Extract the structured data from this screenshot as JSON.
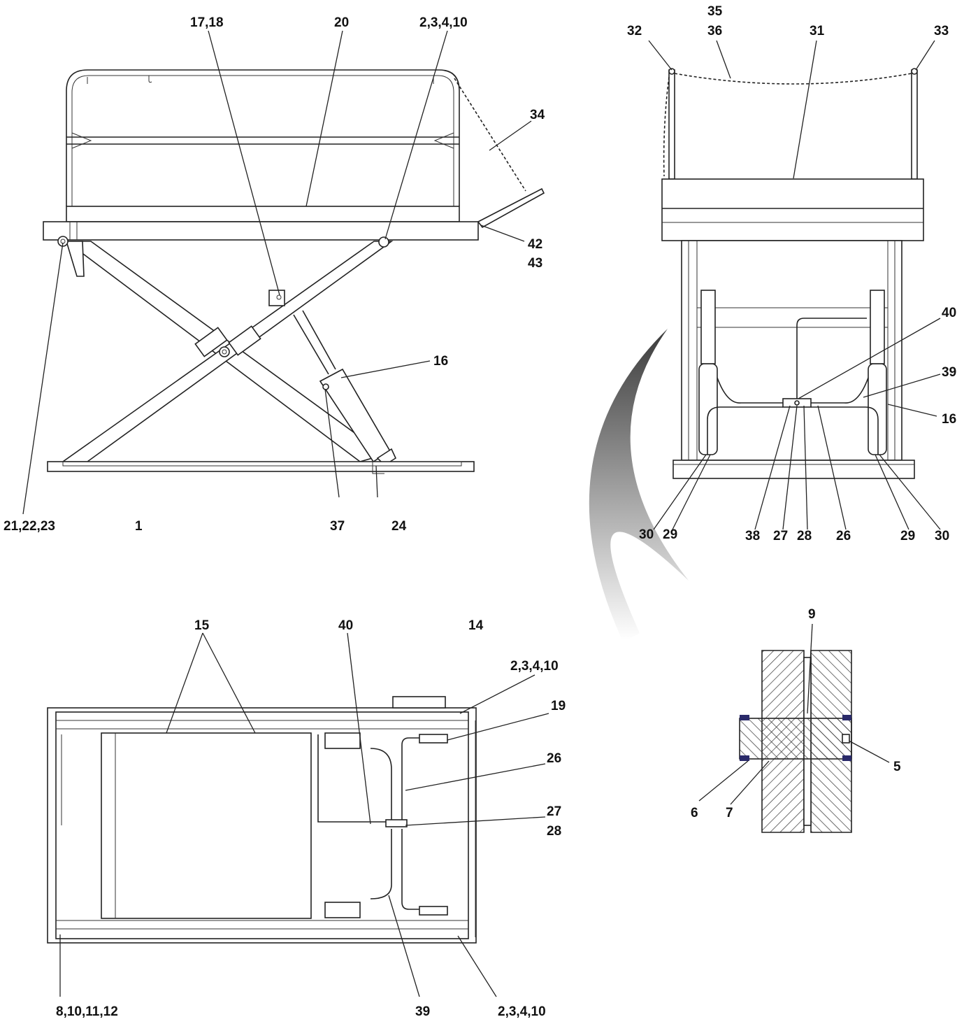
{
  "labels": {
    "side_17_18": "17,18",
    "side_20": "20",
    "side_2_3_4_10": "2,3,4,10",
    "side_34": "34",
    "side_42": "42",
    "side_43": "43",
    "side_16": "16",
    "side_21_22_23": "21,22,23",
    "side_1": "1",
    "side_37": "37",
    "side_24": "24",
    "end_35": "35",
    "end_36": "36",
    "end_32": "32",
    "end_31": "31",
    "end_33": "33",
    "end_40": "40",
    "end_39": "39",
    "end_16": "16",
    "end_30_left": "30",
    "end_29_left": "29",
    "end_38": "38",
    "end_27": "27",
    "end_28": "28",
    "end_26": "26",
    "end_29_right": "29",
    "end_30_right": "30",
    "top_15": "15",
    "top_40": "40",
    "top_14": "14",
    "top_2_3_4_10_upper": "2,3,4,10",
    "top_19": "19",
    "top_26": "26",
    "top_27": "27",
    "top_28": "28",
    "top_8_10_11_12": "8,10,11,12",
    "top_39": "39",
    "top_2_3_4_10_lower": "2,3,4,10",
    "det_9": "9",
    "det_5": "5",
    "det_6": "6",
    "det_7": "7"
  },
  "colors": {
    "ink": "#222222",
    "hatch": "#333333",
    "arrow_dark": "#3a3a3a",
    "arrow_light": "#ffffff"
  }
}
